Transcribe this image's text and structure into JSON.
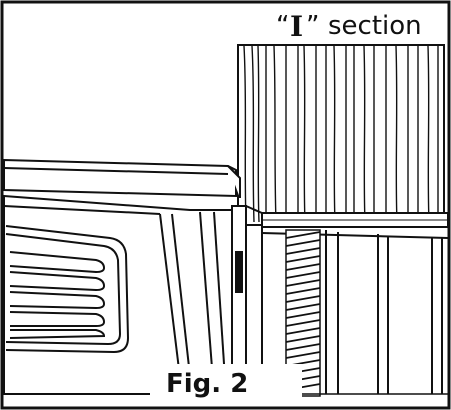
{
  "figure": {
    "section_quote_open": "“",
    "section_letter": "I",
    "section_quote_close": "”",
    "section_word": "section",
    "caption": "Fig. 2"
  },
  "colors": {
    "line": "#111111",
    "background": "#ffffff",
    "shade": "#e6e6e6"
  }
}
